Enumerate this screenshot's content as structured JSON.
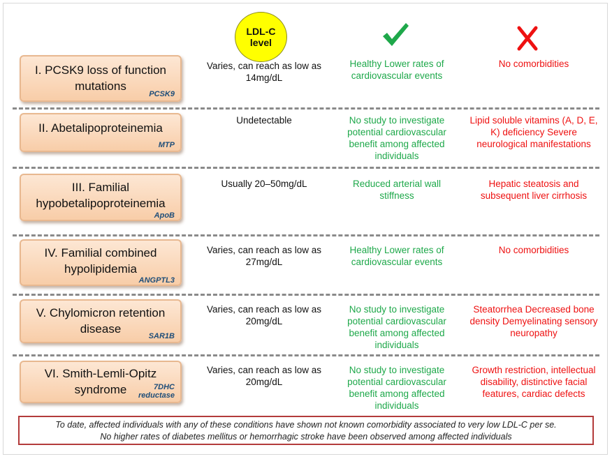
{
  "header": {
    "ldl_label": "LDL-C level",
    "icons": {
      "check": "green-check-icon",
      "cross": "red-x-icon"
    },
    "colors": {
      "benefit": "#1ea84a",
      "risk": "#ee1111",
      "ldl_circle": "#ffff00",
      "box_fill": "#f8cda8"
    }
  },
  "rows": [
    {
      "title": "I. PCSK9 loss of function mutations",
      "gene": "PCSK9",
      "ldl": "Varies, can reach as low as 14mg/dL",
      "benefit": "Healthy Lower rates of cardiovascular events",
      "risk": "No comorbidities"
    },
    {
      "title": "II. Abetalipoproteinemia",
      "gene": "MTP",
      "ldl": "Undetectable",
      "benefit": "No study to investigate potential cardiovascular benefit among affected individuals",
      "risk": "Lipid soluble vitamins (A, D, E, K) deficiency Severe neurological manifestations"
    },
    {
      "title": "III. Familial hypobetalipoproteinemia",
      "gene": "ApoB",
      "ldl": "Usually 20–50mg/dL",
      "benefit": "Reduced arterial wall stiffness",
      "risk": "Hepatic steatosis and subsequent liver cirrhosis"
    },
    {
      "title": "IV. Familial combined hypolipidemia",
      "gene": "ANGPTL3",
      "ldl": "Varies, can reach as low as 27mg/dL",
      "benefit": "Healthy Lower rates of cardiovascular events",
      "risk": "No comorbidities"
    },
    {
      "title": "V. Chylomicron retention disease",
      "gene": "SAR1B",
      "ldl": "Varies, can reach as low as 20mg/dL",
      "benefit": "No study to investigate potential cardiovascular benefit among affected individuals",
      "risk": "Steatorrhea Decreased bone density Demyelinating sensory neuropathy"
    },
    {
      "title": "VI. Smith-Lemli-Opitz syndrome",
      "gene": "7DHC reductase",
      "ldl": "Varies, can reach as low as 20mg/dL",
      "benefit": "No study to investigate potential cardiovascular benefit among affected individuals",
      "risk": "Growth restriction, intellectual disability, distinctive facial features, cardiac defects"
    }
  ],
  "footer": {
    "line1": "To date, affected individuals with any of these conditions have shown not known comorbidity associated to very low LDL-C per se.",
    "line2": "No higher rates of diabetes mellitus or hemorrhagic stroke have been observed among affected individuals"
  }
}
